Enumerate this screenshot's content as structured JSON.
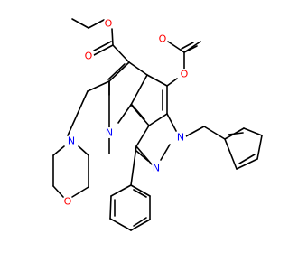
{
  "colors": {
    "bond": "#000000",
    "oxygen": "#ff0000",
    "nitrogen": "#0000ff",
    "background": "#ffffff"
  },
  "atoms": {
    "ester_o_single": "O",
    "ester_o_double": "O",
    "acetyl_o_single": "O",
    "acetyl_o_double": "O",
    "morpholine_n": "N",
    "morpholine_o": "O",
    "indole_n": "N",
    "pyrazole_n1": "N",
    "pyrazole_n2": "N"
  }
}
